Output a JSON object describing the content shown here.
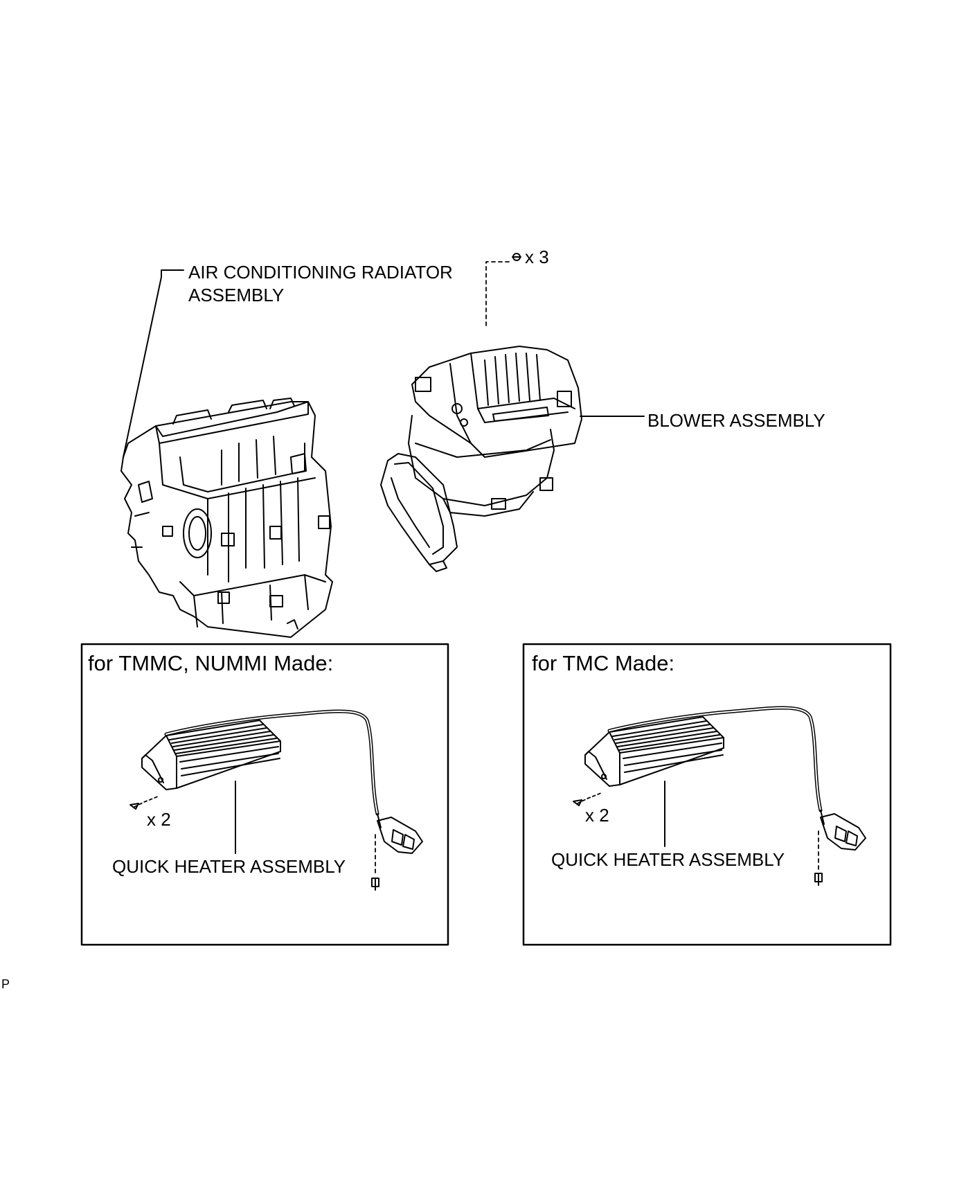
{
  "labels": {
    "radiator": [
      "AIR CONDITIONING RADIATOR",
      "ASSEMBLY"
    ],
    "blower": "BLOWER ASSEMBLY",
    "blower_screw_qty": "x 3",
    "footer_mark": "P"
  },
  "panels": [
    {
      "title": "for TMMC, NUMMI Made:",
      "part_label": "QUICK HEATER ASSEMBLY",
      "screw_qty": "x 2"
    },
    {
      "title": "for TMC Made:",
      "part_label": "QUICK HEATER ASSEMBLY",
      "screw_qty": "x 2"
    }
  ]
}
